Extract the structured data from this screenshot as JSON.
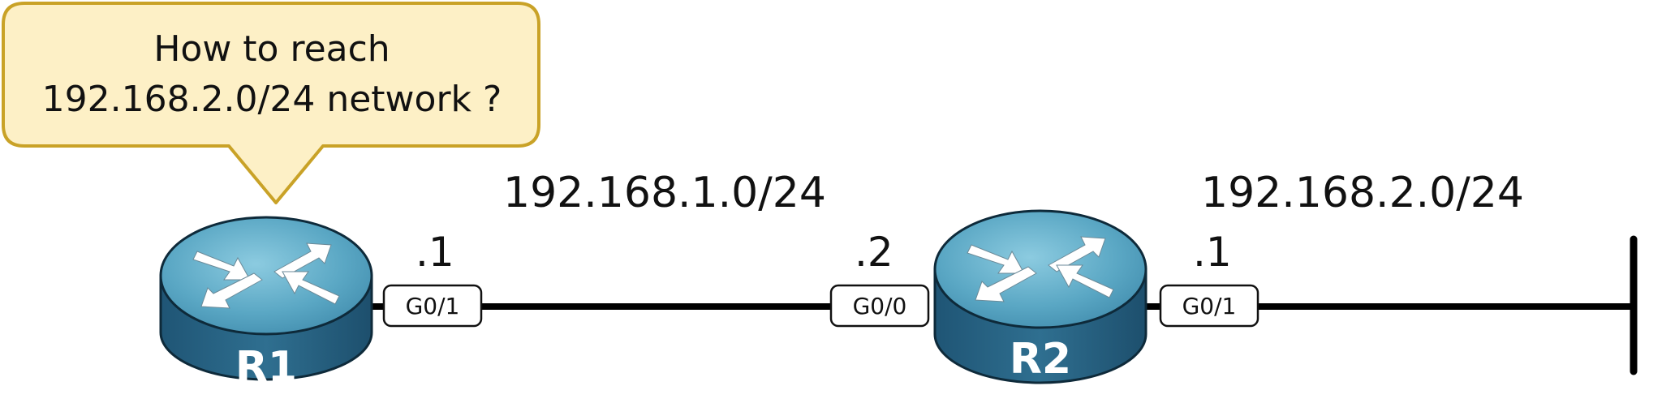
{
  "callout": {
    "line1": "How to reach",
    "line2": "192.168.2.0/24 network ?"
  },
  "networks": {
    "left": "192.168.1.0/24",
    "right": "192.168.2.0/24"
  },
  "routers": {
    "r1": {
      "name": "R1"
    },
    "r2": {
      "name": "R2"
    }
  },
  "interfaces": {
    "r1_g0_1": {
      "label": "G0/1",
      "ip": ".1"
    },
    "r2_g0_0": {
      "label": "G0/0",
      "ip": ".2"
    },
    "r2_g0_1": {
      "label": "G0/1",
      "ip": ".1"
    }
  },
  "colors": {
    "router_top": "#5aa7c4",
    "router_side": "#2a6585",
    "callout_fill": "#fdf0c6",
    "callout_border": "#c9a227",
    "link": "#000000"
  }
}
